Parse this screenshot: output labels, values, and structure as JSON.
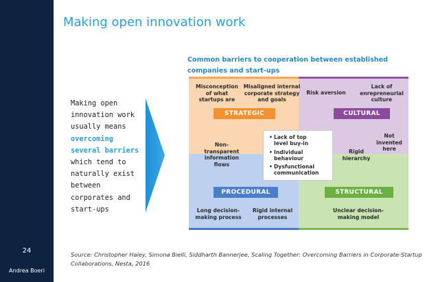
{
  "slide": {
    "title": "Making open innovation work",
    "page_number": "24",
    "author": "Andrea Boeri"
  },
  "left_text": {
    "lines": [
      {
        "text": "Making open",
        "highlight": false
      },
      {
        "text": "innovation work",
        "highlight": false
      },
      {
        "text": "usually means",
        "highlight": false
      },
      {
        "text": "overcoming",
        "highlight": true
      },
      {
        "text": "several barriers",
        "highlight": true
      },
      {
        "text": "which tend to",
        "highlight": false
      },
      {
        "text": "naturally exist",
        "highlight": false
      },
      {
        "text": "between",
        "highlight": false
      },
      {
        "text": "corporates and",
        "highlight": false
      },
      {
        "text": "start-ups",
        "highlight": false
      }
    ]
  },
  "diagram": {
    "title_lines": [
      "Common barriers to cooperation between established",
      "companies and start-ups"
    ],
    "quadrants": {
      "strategic": {
        "label": "STRATEGIC",
        "color": "#f29130",
        "items": [
          [
            "Misconception",
            "of what",
            "startups are"
          ],
          [
            "Misaligned internal",
            "corporate strategy",
            "and goals"
          ],
          [
            "Non-",
            "transparent",
            "information",
            "flows"
          ]
        ]
      },
      "cultural": {
        "label": "CULTURAL",
        "color": "#8c4a9e",
        "items": [
          [
            "Risk aversion"
          ],
          [
            "Lack of",
            "enrepreneurial",
            "culture"
          ],
          [
            "Not",
            "invented",
            "here"
          ],
          [
            "Rigid",
            "hierarchy"
          ]
        ]
      },
      "procedural": {
        "label": "PROCEDURAL",
        "color": "#4a7ec8",
        "items": [
          [
            "Long decision-",
            "making process"
          ],
          [
            "Rigid internal",
            "processes"
          ]
        ]
      },
      "structural": {
        "label": "STRUCTURAL",
        "color": "#6bb040",
        "items": [
          [
            "Unclear decision-",
            "making model"
          ]
        ]
      }
    },
    "center_items": [
      [
        "Lack of top",
        "level buy-in"
      ],
      [
        "Individual",
        "behaviour"
      ],
      [
        "Dysfunctional",
        "communication"
      ]
    ]
  },
  "source": {
    "lines": [
      "Source: Christopher Haley, Simona Bielli, Siddharth Bannerjee, Scaling Together: Overcoming Barriers in Corporate-Startup",
      "Collaborations, Nesta, 2016"
    ]
  }
}
